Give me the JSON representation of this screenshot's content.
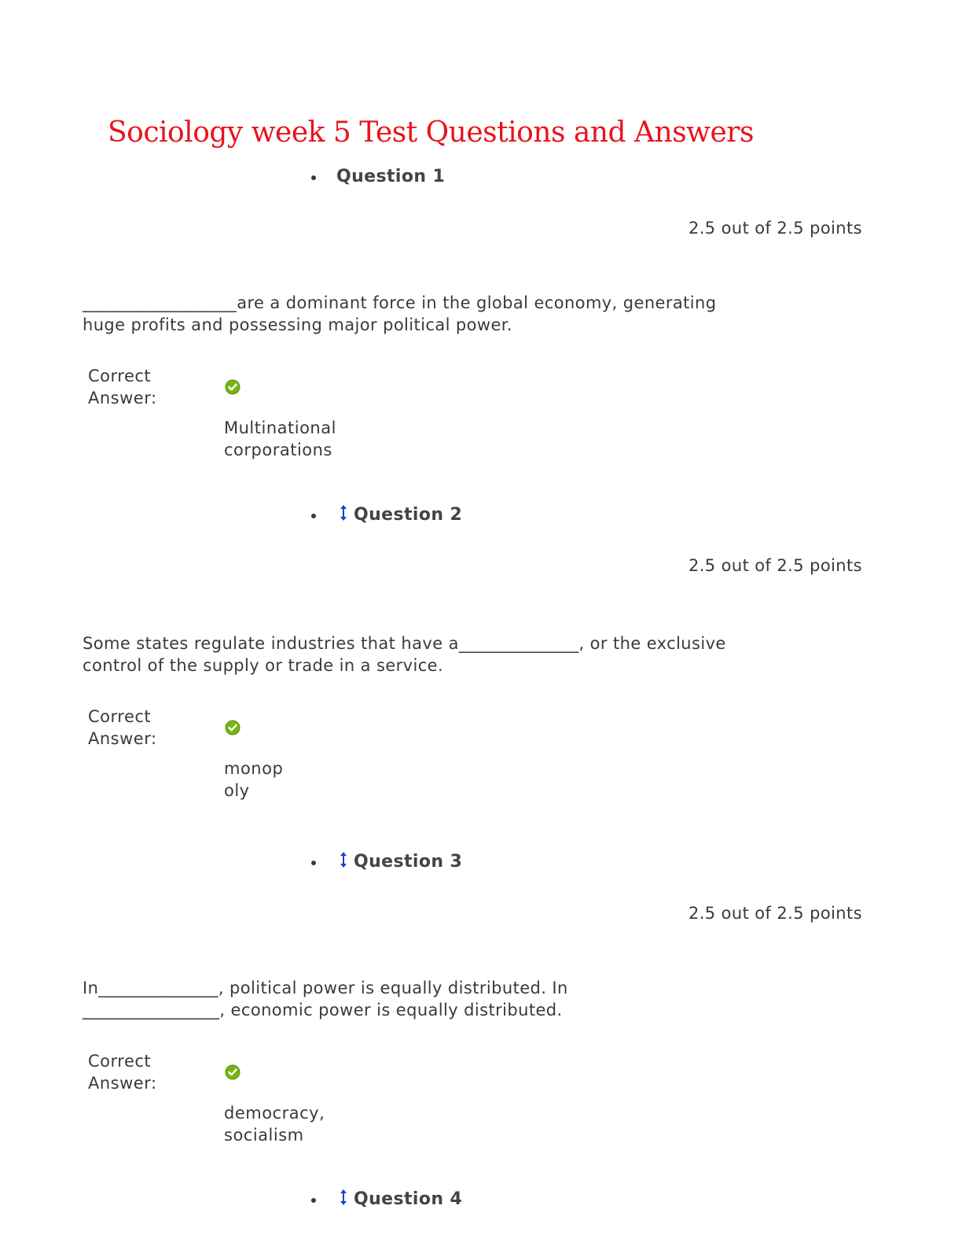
{
  "document": {
    "title": "Sociology week 5 Test Questions and Answers"
  },
  "questions": [
    {
      "label": "Question 1",
      "points": "2.5 out of 2.5 points",
      "text_line1": "__________________are a dominant force in the global economy, generating",
      "text_line2": "huge profits and possessing major political power.",
      "correct_label_line1": "Correct",
      "correct_label_line2": "Answer:",
      "answer_line1": "Multinational",
      "answer_line2": "corporations"
    },
    {
      "label": "Question 2",
      "points": "2.5 out of 2.5 points",
      "text_line1": "Some states regulate industries that have a______________, or the exclusive",
      "text_line2": "control of the supply or trade in a service.",
      "correct_label_line1": "Correct",
      "correct_label_line2": "Answer:",
      "answer_line1": "monop",
      "answer_line2": "oly"
    },
    {
      "label": "Question 3",
      "points": "2.5 out of 2.5 points",
      "text_line1": "In______________, political power is equally distributed. In",
      "text_line2": "________________, economic power is equally distributed.",
      "correct_label_line1": "Correct",
      "correct_label_line2": "Answer:",
      "answer_line1": "democracy,",
      "answer_line2": "socialism"
    },
    {
      "label": "Question 4"
    }
  ],
  "icons": {
    "check": "check-circle-icon",
    "sort": "sort-arrows-icon"
  },
  "colors": {
    "title": "#e8131b",
    "check": "#7ab317",
    "sort_icon": "#1a3fd0"
  }
}
